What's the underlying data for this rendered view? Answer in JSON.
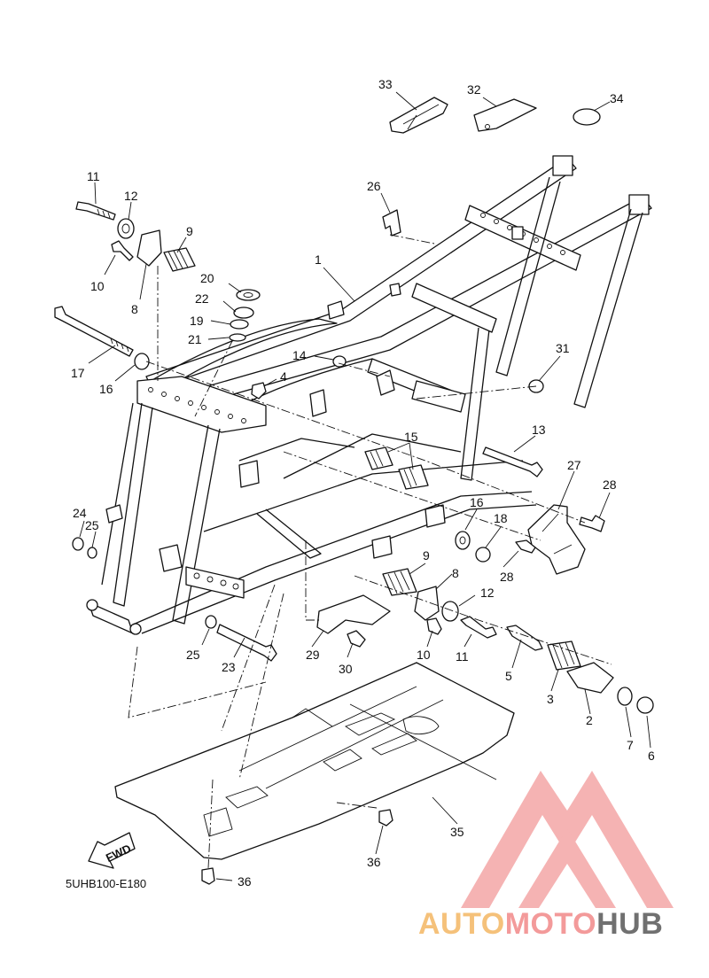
{
  "diagram": {
    "code": "5UHB100-E180",
    "fwd_label": "FWD",
    "callouts": [
      {
        "id": "c33",
        "label": "33"
      },
      {
        "id": "c32",
        "label": "32"
      },
      {
        "id": "c34",
        "label": "34"
      },
      {
        "id": "c26",
        "label": "26"
      },
      {
        "id": "c11a",
        "label": "11"
      },
      {
        "id": "c12a",
        "label": "12"
      },
      {
        "id": "c9a",
        "label": "9"
      },
      {
        "id": "c10a",
        "label": "10"
      },
      {
        "id": "c8a",
        "label": "8"
      },
      {
        "id": "c20",
        "label": "20"
      },
      {
        "id": "c22",
        "label": "22"
      },
      {
        "id": "c19",
        "label": "19"
      },
      {
        "id": "c21",
        "label": "21"
      },
      {
        "id": "c1",
        "label": "1"
      },
      {
        "id": "c17",
        "label": "17"
      },
      {
        "id": "c16a",
        "label": "16"
      },
      {
        "id": "c14",
        "label": "14"
      },
      {
        "id": "c4",
        "label": "4"
      },
      {
        "id": "c31",
        "label": "31"
      },
      {
        "id": "c15",
        "label": "15"
      },
      {
        "id": "c13",
        "label": "13"
      },
      {
        "id": "c27",
        "label": "27"
      },
      {
        "id": "c28a",
        "label": "28"
      },
      {
        "id": "c24",
        "label": "24"
      },
      {
        "id": "c25a",
        "label": "25"
      },
      {
        "id": "c16b",
        "label": "16"
      },
      {
        "id": "c18",
        "label": "18"
      },
      {
        "id": "c28b",
        "label": "28"
      },
      {
        "id": "c9b",
        "label": "9"
      },
      {
        "id": "c8b",
        "label": "8"
      },
      {
        "id": "c12b",
        "label": "12"
      },
      {
        "id": "c25b",
        "label": "25"
      },
      {
        "id": "c23",
        "label": "23"
      },
      {
        "id": "c29",
        "label": "29"
      },
      {
        "id": "c30",
        "label": "30"
      },
      {
        "id": "c10b",
        "label": "10"
      },
      {
        "id": "c11b",
        "label": "11"
      },
      {
        "id": "c5",
        "label": "5"
      },
      {
        "id": "c3",
        "label": "3"
      },
      {
        "id": "c2",
        "label": "2"
      },
      {
        "id": "c7",
        "label": "7"
      },
      {
        "id": "c6",
        "label": "6"
      },
      {
        "id": "c35",
        "label": "35"
      },
      {
        "id": "c36a",
        "label": "36"
      },
      {
        "id": "c36b",
        "label": "36"
      }
    ]
  },
  "watermark": {
    "brand_part1": "AUTO",
    "brand_part2": "MOTO",
    "brand_part3": "HUB",
    "colors": {
      "accent": "#f08080",
      "orange": "#f5c17a",
      "dark": "#707070"
    }
  }
}
